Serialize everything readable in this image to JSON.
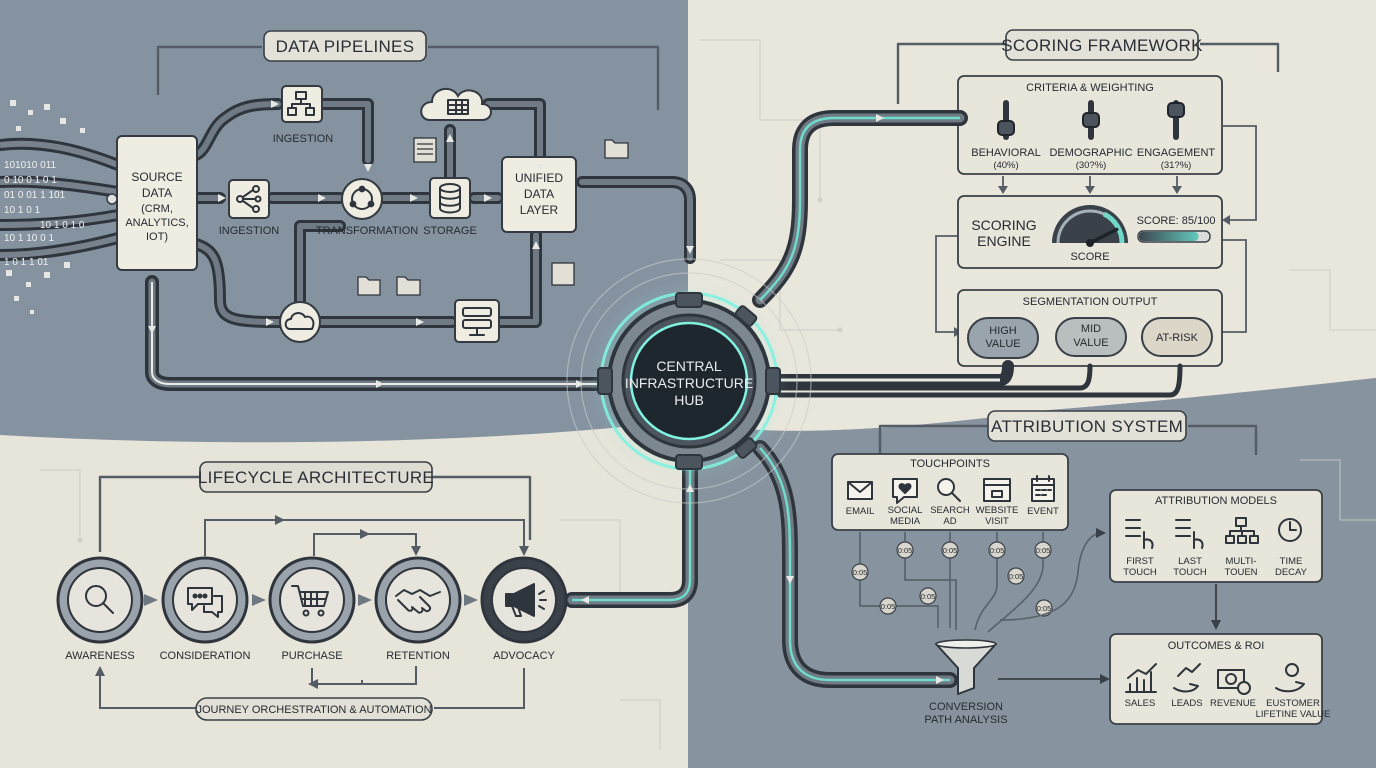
{
  "hub": {
    "line1": "CENTRAL",
    "line2": "INFRASTRUCTURE",
    "line3": "HUB"
  },
  "pipelines": {
    "title": "DATA PIPELINES",
    "source": {
      "line1": "SOURCE",
      "line2": "DATA",
      "line3": "(CRM,",
      "line4": "ANALYTICS,",
      "line5": "IOT)"
    },
    "ingestion_top": "INGESTION",
    "ingestion_mid": "INGESTION",
    "transformation": "TRANSFORMATION",
    "storage": "STORAGE",
    "unified": {
      "line1": "UNIFIED",
      "line2": "DATA",
      "line3": "LAYER"
    },
    "binary_rows": [
      "101010 011",
      "0 10 0 1 0 1",
      "01 0 01 1 101",
      "10 1 0 1",
      "10 1 10 0 1",
      "1 0 1 1 01",
      "10 1 0 1 0"
    ]
  },
  "scoring": {
    "title": "SCORING FRAMEWORK",
    "criteria_title": "CRITERIA & WEIGHTING",
    "sliders": [
      {
        "name": "BEHAVIORAL",
        "weight": "(40%)",
        "level": 0.3
      },
      {
        "name": "DEMOGRAPHIC",
        "weight": "(30?%)",
        "level": 0.5
      },
      {
        "name": "ENGAGEMENT",
        "weight": "(31?%)",
        "level": 0.75
      }
    ],
    "engine_line1": "SCORING",
    "engine_line2": "ENGINE",
    "gauge_label": "SCORE",
    "gauge_level": 0.85,
    "score_text": "SCORE: 85/100",
    "score_fill": 0.85,
    "segmentation_title": "SEGMENTATION OUTPUT",
    "segments": [
      {
        "line1": "HIGH",
        "line2": "VALUE"
      },
      {
        "line1": "MID",
        "line2": "VALUE"
      },
      {
        "line1": "AT-RISK",
        "line2": ""
      }
    ]
  },
  "attribution": {
    "title": "ATTRIBUTION SYSTEM",
    "touchpoints_title": "TOUCHPOINTS",
    "touchpoints": [
      {
        "line1": "EMAIL",
        "line2": "",
        "icon": "envelope-icon"
      },
      {
        "line1": "SOCIAL",
        "line2": "MEDIA",
        "icon": "chat-heart-icon"
      },
      {
        "line1": "SEARCH",
        "line2": "AD",
        "icon": "magnifier-icon"
      },
      {
        "line1": "WEBSITE",
        "line2": "VISIT",
        "icon": "browser-icon"
      },
      {
        "line1": "EVENT",
        "line2": "",
        "icon": "calendar-icon"
      }
    ],
    "models_title": "ATTRIBUTION MODELS",
    "models": [
      {
        "line1": "FIRST",
        "line2": "TOUCH"
      },
      {
        "line1": "LAST",
        "line2": "TOUCH"
      },
      {
        "line1": "MULTI-",
        "line2": "TOUEN"
      },
      {
        "line1": "TIME",
        "line2": "DECAY"
      }
    ],
    "conversion_line1": "CONVERSION",
    "conversion_line2": "PATH ANALYSIS",
    "outcomes_title": "OUTCOMES & ROI",
    "outcomes": [
      {
        "line1": "SALES",
        "line2": ""
      },
      {
        "line1": "LEADS",
        "line2": ""
      },
      {
        "line1": "REVENUE",
        "line2": ""
      },
      {
        "line1": "EUSTOMER",
        "line2": "LIFETINE VALUE"
      }
    ],
    "tokens": [
      "0:05",
      "0:05",
      "0:05",
      "0:05",
      "0:05",
      "0:05",
      "0:05",
      "0:05",
      "0:05"
    ]
  },
  "lifecycle": {
    "title": "LIFECYCLE ARCHITECTURE",
    "stages": [
      "AWARENESS",
      "CONSIDERATION",
      "PURCHASE",
      "RETENTION",
      "ADVOCACY"
    ],
    "journey": "JOURNEY ORCHESTRATION & AUTOMATION"
  }
}
